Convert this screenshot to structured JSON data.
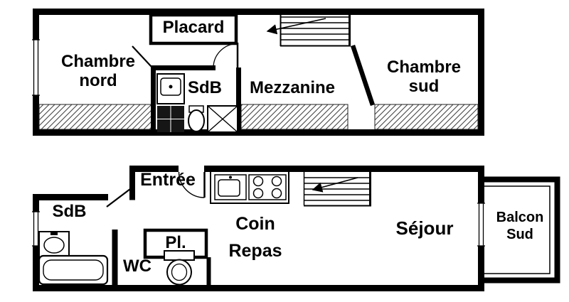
{
  "upper_floor": {
    "labels": {
      "chambre_nord": "Chambre\nnord",
      "placard": "Placard",
      "sdb": "SdB",
      "mezzanine": "Mezzanine",
      "chambre_sud": "Chambre\nsud"
    }
  },
  "lower_floor": {
    "labels": {
      "entree": "Entrée",
      "sdb": "SdB",
      "coin_repas": "Coin\nRepas",
      "placard_small": "Pl.",
      "wc": "WC",
      "sejour": "Séjour",
      "balcon_sud": "Balcon\nSud"
    }
  },
  "colors": {
    "wall": "#000000",
    "background": "#ffffff",
    "appliance_dark": "#161616",
    "hatch_line": "#444444"
  }
}
